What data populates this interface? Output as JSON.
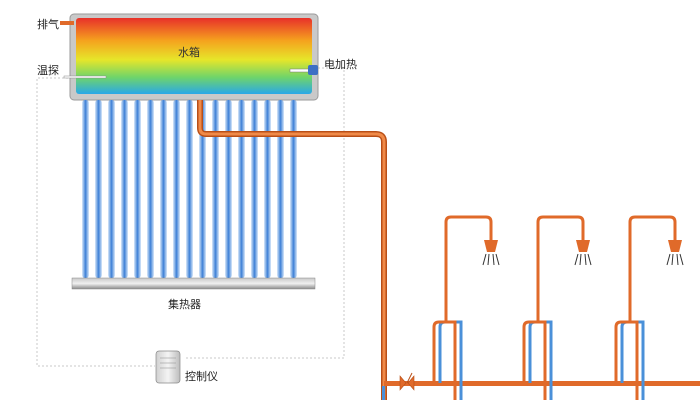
{
  "labels": {
    "exhaust": "排气",
    "temp_probe": "温探",
    "water_tank": "水箱",
    "electric_heater": "电加热",
    "collector": "集热器",
    "controller": "控制仪"
  },
  "colors": {
    "hot_pipe": "#e06a2a",
    "cold_pipe": "#4a90d9",
    "control_wire": "#c8c8c8",
    "frame": "#9a9a9a"
  },
  "icons": [
    "shower-head-icon",
    "valve-icon",
    "controller-icon",
    "heater-icon"
  ]
}
